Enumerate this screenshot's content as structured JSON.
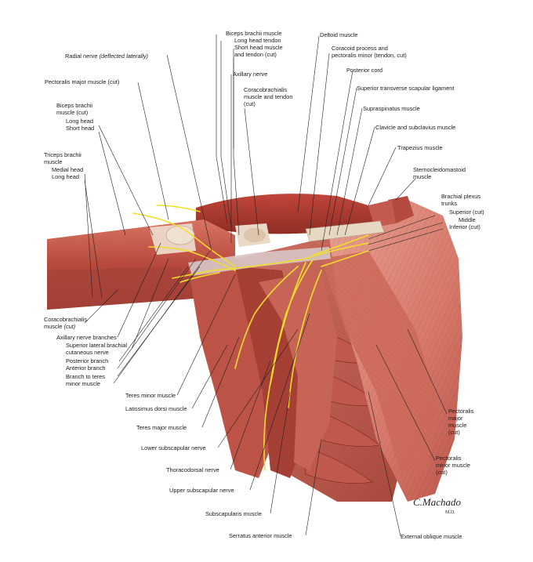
{
  "labels_top": {
    "biceps_brachii": "Biceps brachii muscle",
    "long_head_tendon": "Long head tendon",
    "short_head": "Short head muscle",
    "and_tendon": "and tendon (cut)",
    "deltoid": "Deltoid muscle",
    "coracoid_process": "Coracoid process and",
    "pectoralis_minor_tendon": "pectoralis minor (tendon, cut)",
    "radial_nerve": "Radial nerve",
    "deflected": "(deflected laterally)",
    "axillary_nerve": "Axillary nerve",
    "posterior_cord": "Posterior cord",
    "pectoralis_major_cut": "Pectoralis major muscle (cut)",
    "coracobrachialis_1": "Coracobrachialis",
    "coracobrachialis_2": "muscle and tendon",
    "coracobrachialis_3": "(cut)",
    "sup_transverse": "Superior transverse scapular ligament",
    "supraspinatus": "Supraspinatus muscle",
    "clavicle": "Clavicle and subclavius muscle",
    "trapezius": "Trapezius muscle",
    "sternocleido_1": "Sternocleidomastoid",
    "sternocleido_2": "muscle"
  },
  "labels_left": {
    "biceps_1": "Biceps brachii",
    "biceps_2": "muscle (cut)",
    "long_head": "Long head",
    "short_head": "Short head",
    "triceps_1": "Triceps brachii",
    "triceps_2": "muscle",
    "medial_head": "Medial head",
    "long_head_t": "Long head",
    "coraco_cut_1": "Coracobrachialis",
    "coraco_cut_2": "muscle",
    "coraco_cut_3": "(cut)",
    "axillary_branches": "Axillary nerve branches",
    "sup_lat_cut_1": "Superior lateral brachial",
    "sup_lat_cut_2": "cutaneous nerve",
    "posterior_branch": "Posterior branch",
    "anterior_branch": "Anterior branch",
    "branch_teres_1": "Branch to teres",
    "branch_teres_2": "minor muscle"
  },
  "labels_bottom": {
    "teres_minor": "Teres minor muscle",
    "latissimus": "Latissimus dorsi muscle",
    "teres_major": "Teres major muscle",
    "lower_subscap": "Lower subscapular nerve",
    "thoracodorsal": "Thoracodorsal nerve",
    "upper_subscap": "Upper subscapular nerve",
    "subscapularis": "Subscapularis muscle",
    "serratus": "Serratus anterior muscle",
    "external_oblique": "External oblique muscle"
  },
  "labels_right": {
    "brachial_1": "Brachial plexus",
    "brachial_2": "trunks",
    "superior_cut": "Superior (cut)",
    "middle": "Middle",
    "inferior_cut": "Inferior (cut)",
    "pec_major_1": "Pectoralis",
    "pec_major_2": "major",
    "pec_major_3": "muscle",
    "pec_major_4": "(cut)",
    "pec_minor_1": "Pectoralis",
    "pec_minor_2": "minor muscle",
    "pec_minor_3": "(cut)"
  },
  "signature": "C.Machado",
  "signature_sub": "M.D.",
  "colors": {
    "muscle_dark": "#9c3a30",
    "muscle_mid": "#c8574a",
    "muscle_light": "#e39a8c",
    "tendon": "#e8dccb",
    "nerve": "#f2e23a",
    "leader": "#222222"
  }
}
